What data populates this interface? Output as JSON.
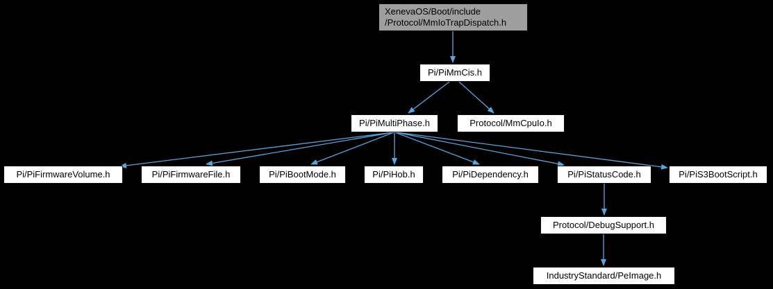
{
  "diagram": {
    "type": "include-dependency-graph",
    "colors": {
      "background": "#000000",
      "node_fill": "#ffffff",
      "root_node_fill": "#9e9e9e",
      "node_text": "#000000",
      "arrow": "#58a6e0"
    },
    "nodes": [
      {
        "id": "root",
        "label": "XenevaOS/Boot/include\n/Protocol/MmIoTrapDispatch.h"
      },
      {
        "id": "pi-mm-cis",
        "label": "Pi/PiMmCis.h"
      },
      {
        "id": "pi-multi-phase",
        "label": "Pi/PiMultiPhase.h"
      },
      {
        "id": "mm-cpu-io",
        "label": "Protocol/MmCpuIo.h"
      },
      {
        "id": "pi-firmware-volume",
        "label": "Pi/PiFirmwareVolume.h"
      },
      {
        "id": "pi-firmware-file",
        "label": "Pi/PiFirmwareFile.h"
      },
      {
        "id": "pi-boot-mode",
        "label": "Pi/PiBootMode.h"
      },
      {
        "id": "pi-hob",
        "label": "Pi/PiHob.h"
      },
      {
        "id": "pi-dependency",
        "label": "Pi/PiDependency.h"
      },
      {
        "id": "pi-status-code",
        "label": "Pi/PiStatusCode.h"
      },
      {
        "id": "pi-s3-boot-script",
        "label": "Pi/PiS3BootScript.h"
      },
      {
        "id": "debug-support",
        "label": "Protocol/DebugSupport.h"
      },
      {
        "id": "pe-image",
        "label": "IndustryStandard/PeImage.h"
      }
    ],
    "edges": [
      {
        "from": "root",
        "to": "pi-mm-cis"
      },
      {
        "from": "pi-mm-cis",
        "to": "pi-multi-phase"
      },
      {
        "from": "pi-mm-cis",
        "to": "mm-cpu-io"
      },
      {
        "from": "pi-multi-phase",
        "to": "pi-firmware-volume"
      },
      {
        "from": "pi-multi-phase",
        "to": "pi-firmware-file"
      },
      {
        "from": "pi-multi-phase",
        "to": "pi-boot-mode"
      },
      {
        "from": "pi-multi-phase",
        "to": "pi-hob"
      },
      {
        "from": "pi-multi-phase",
        "to": "pi-dependency"
      },
      {
        "from": "pi-multi-phase",
        "to": "pi-status-code"
      },
      {
        "from": "pi-multi-phase",
        "to": "pi-s3-boot-script"
      },
      {
        "from": "pi-status-code",
        "to": "debug-support"
      },
      {
        "from": "debug-support",
        "to": "pe-image"
      }
    ]
  }
}
